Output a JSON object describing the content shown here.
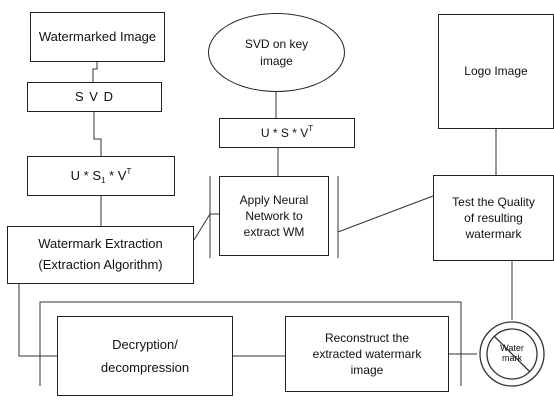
{
  "diagram": {
    "nodes": {
      "watermarked_image": "Watermarked Image",
      "svd": "S V D",
      "u_s1_vt": {
        "text": "U * S",
        "sub": "1",
        "tail": " * V",
        "sup": "T"
      },
      "watermark_extraction": "Watermark Extraction\n(Extraction Algorithm)",
      "svd_on_key_image": "SVD on key\nimage",
      "u_s_vt": {
        "text": "U * S * V",
        "sup": "T"
      },
      "apply_neural_network": "Apply Neural\nNetwork to\nextract WM",
      "logo_image": "Logo Image",
      "test_quality": "Test the Quality\nof resulting\nwatermark",
      "decryption": "Decryption/\ndecompression",
      "reconstruct": "Reconstruct the\nextracted watermark\nimage",
      "watermark_icon_label": "Water\nmark"
    },
    "icon_name": "no-watermark-icon"
  }
}
